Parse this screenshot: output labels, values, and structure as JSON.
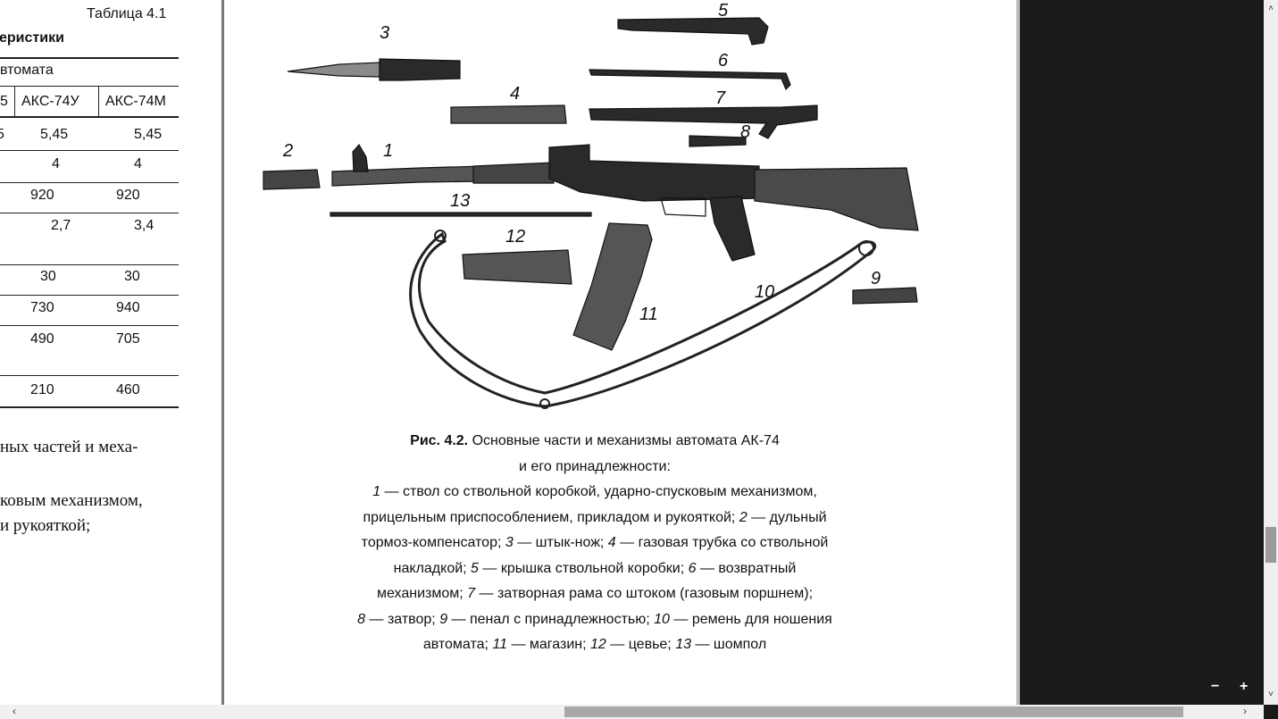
{
  "left_page": {
    "table_caption": "Таблица 4.1",
    "table_title": "еристики",
    "group_header": "втомата",
    "col_partial": "5",
    "col_aks74u": "АКС-74У",
    "col_aks74m": "АКС-74М",
    "rows": [
      {
        "partial": "5",
        "a": "5,45",
        "b": "5,45"
      },
      {
        "partial": "",
        "a": "4",
        "b": "4"
      },
      {
        "partial": "",
        "a": "920",
        "b": "920"
      },
      {
        "partial": "",
        "a": "2,7",
        "b": "3,4"
      },
      {
        "partial": "",
        "a": "30",
        "b": "30"
      },
      {
        "partial": "",
        "a": "730",
        "b": "940"
      },
      {
        "partial": "",
        "a": "490",
        "b": "705"
      },
      {
        "partial": "",
        "a": "210",
        "b": "460"
      }
    ],
    "body_lines": [
      "ных частей и меха-",
      "ковым механизмом,",
      "и рукояткой;"
    ]
  },
  "figure": {
    "labels": [
      "1",
      "2",
      "3",
      "4",
      "5",
      "6",
      "7",
      "8",
      "9",
      "10",
      "11",
      "12",
      "13"
    ],
    "caption_bold": "Рис. 4.2.",
    "caption_title_1": "Основные части и механизмы автомата АК-74",
    "caption_title_2": "и его принадлежности:",
    "caption_lines": [
      {
        "n": "1",
        "t": " — ствол со ствольной коробкой, ударно-спусковым механизмом,"
      },
      {
        "n": "",
        "t": "прицельным приспособлением, прикладом и рукояткой; "
      },
      {
        "n": "",
        "t": "тормоз-компенсатор; "
      },
      {
        "n": "",
        "t": "накладкой; "
      },
      {
        "n": "",
        "t": "механизмом; "
      },
      {
        "n": "",
        "t": " — затвор; "
      },
      {
        "n": "",
        "t": "автомата; "
      }
    ],
    "c2n": "2",
    "c2t": " — дульный",
    "c3n": "3",
    "c3t": " — штык-нож; ",
    "c4n": "4",
    "c4t": " — газовая трубка со ствольной",
    "c5n": "5",
    "c5t": " — крышка ствольной коробки; ",
    "c6n": "6",
    "c6t": " — возвратный",
    "c7n": "7",
    "c7t": " — затворная рама со штоком (газовым поршнем);",
    "c8n": "8",
    "c9n": "9",
    "c9t": " — пенал с принадлежностью; ",
    "c10n": "10",
    "c10t": " — ремень для ношения",
    "c11n": "11",
    "c11t": " — магазин; ",
    "c12n": "12",
    "c12t": " — цевье; ",
    "c13n": "13",
    "c13t": " — шомпол"
  },
  "controls": {
    "zoom_out": "−",
    "zoom_in": "+",
    "scroll_left": "‹",
    "scroll_right": "›",
    "scroll_up": "˄",
    "scroll_down": "˅"
  }
}
